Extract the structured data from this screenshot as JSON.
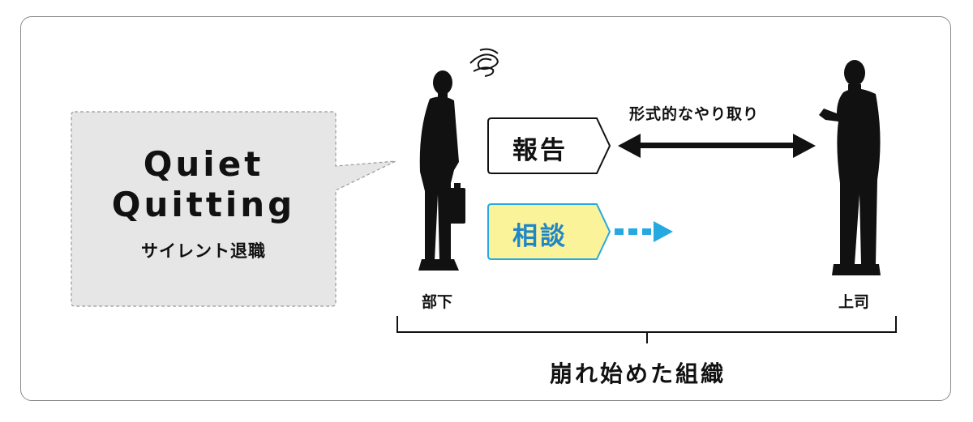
{
  "bubble": {
    "title_line1": "Quiet",
    "title_line2": "Quitting",
    "subtitle": "サイレント退職"
  },
  "report_box": {
    "label": "報告"
  },
  "consult_box": {
    "label": "相談"
  },
  "arrow_caption": "形式的なやり取り",
  "subordinate_label": "部下",
  "boss_label": "上司",
  "bracket_caption": "崩れ始めた組織",
  "colors": {
    "consult_fill": "#fbf39a",
    "consult_border": "#26a9e0",
    "dotted_arrow": "#26a9e0",
    "bubble_fill": "#e6e6e6"
  }
}
